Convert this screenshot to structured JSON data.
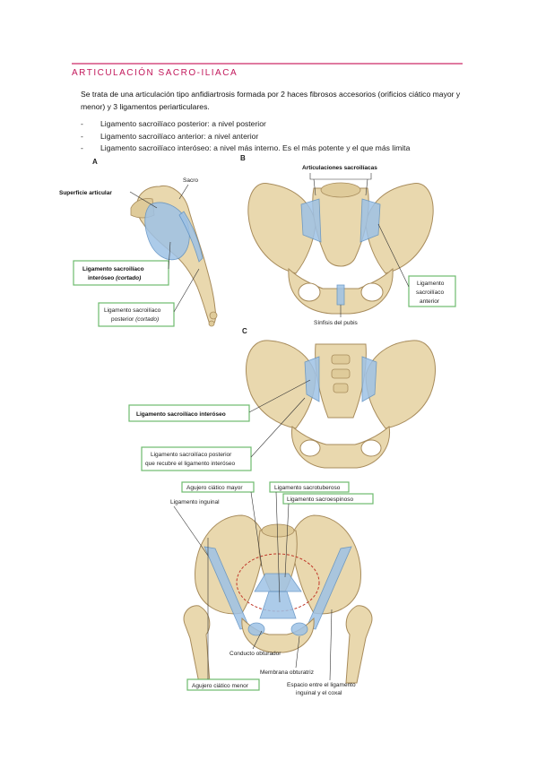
{
  "section_title": "ARTICULACIÓN SACRO-ILIACA",
  "intro": "Se trata de una articulación tipo anfidiartrosis formada por 2 haces fibrosos accesorios (orificios ciático mayor y menor) y 3 ligamentos periarticulares.",
  "bullets": [
    "Ligamento sacroilíaco posterior: a nivel posterior",
    "Ligamento sacroilíaco anterior: a nivel anterior",
    "Ligamento sacroilíaco interóseo: a nivel más interno. Es el más potente y el que más limita"
  ],
  "figure": {
    "panels": [
      "A",
      "B",
      "C"
    ],
    "labels": {
      "superficie_articular": "Superficie articular",
      "sacro": "Sacro",
      "lig_interoseo_cortado_1": "Ligamento sacroilíaco",
      "lig_interoseo_cortado_2": "interóseo",
      "cortado_italic": "(cortado)",
      "lig_posterior_cortado_1": "Ligamento sacroilíaco",
      "lig_posterior_cortado_2": "posterior",
      "articulaciones": "Articulaciones sacroilíacas",
      "sinfisis": "Sínfisis del pubis",
      "lig_anterior_1": "Ligamento",
      "lig_anterior_2": "sacroilíaco",
      "lig_anterior_3": "anterior",
      "lig_interoseo_c": "Ligamento sacroilíaco interóseo",
      "lig_posterior_c_1": "Ligamento sacroilíaco posterior",
      "lig_posterior_c_2": "que recubre el ligamento interóseo",
      "agujero_mayor": "Agujero ciático mayor",
      "lig_sacrotuberoso": "Ligamento sacrotuberoso",
      "lig_inguinal": "Ligamento inguinal",
      "lig_sacroespinoso": "Ligamento sacroespinoso",
      "conducto_obturador": "Conducto obturador",
      "membrana_obturatriz": "Membrana obturatriz",
      "agujero_menor": "Agujero ciático menor",
      "espacio_1": "Espacio entre el ligamento",
      "espacio_2": "inguinal y el coxal"
    }
  }
}
